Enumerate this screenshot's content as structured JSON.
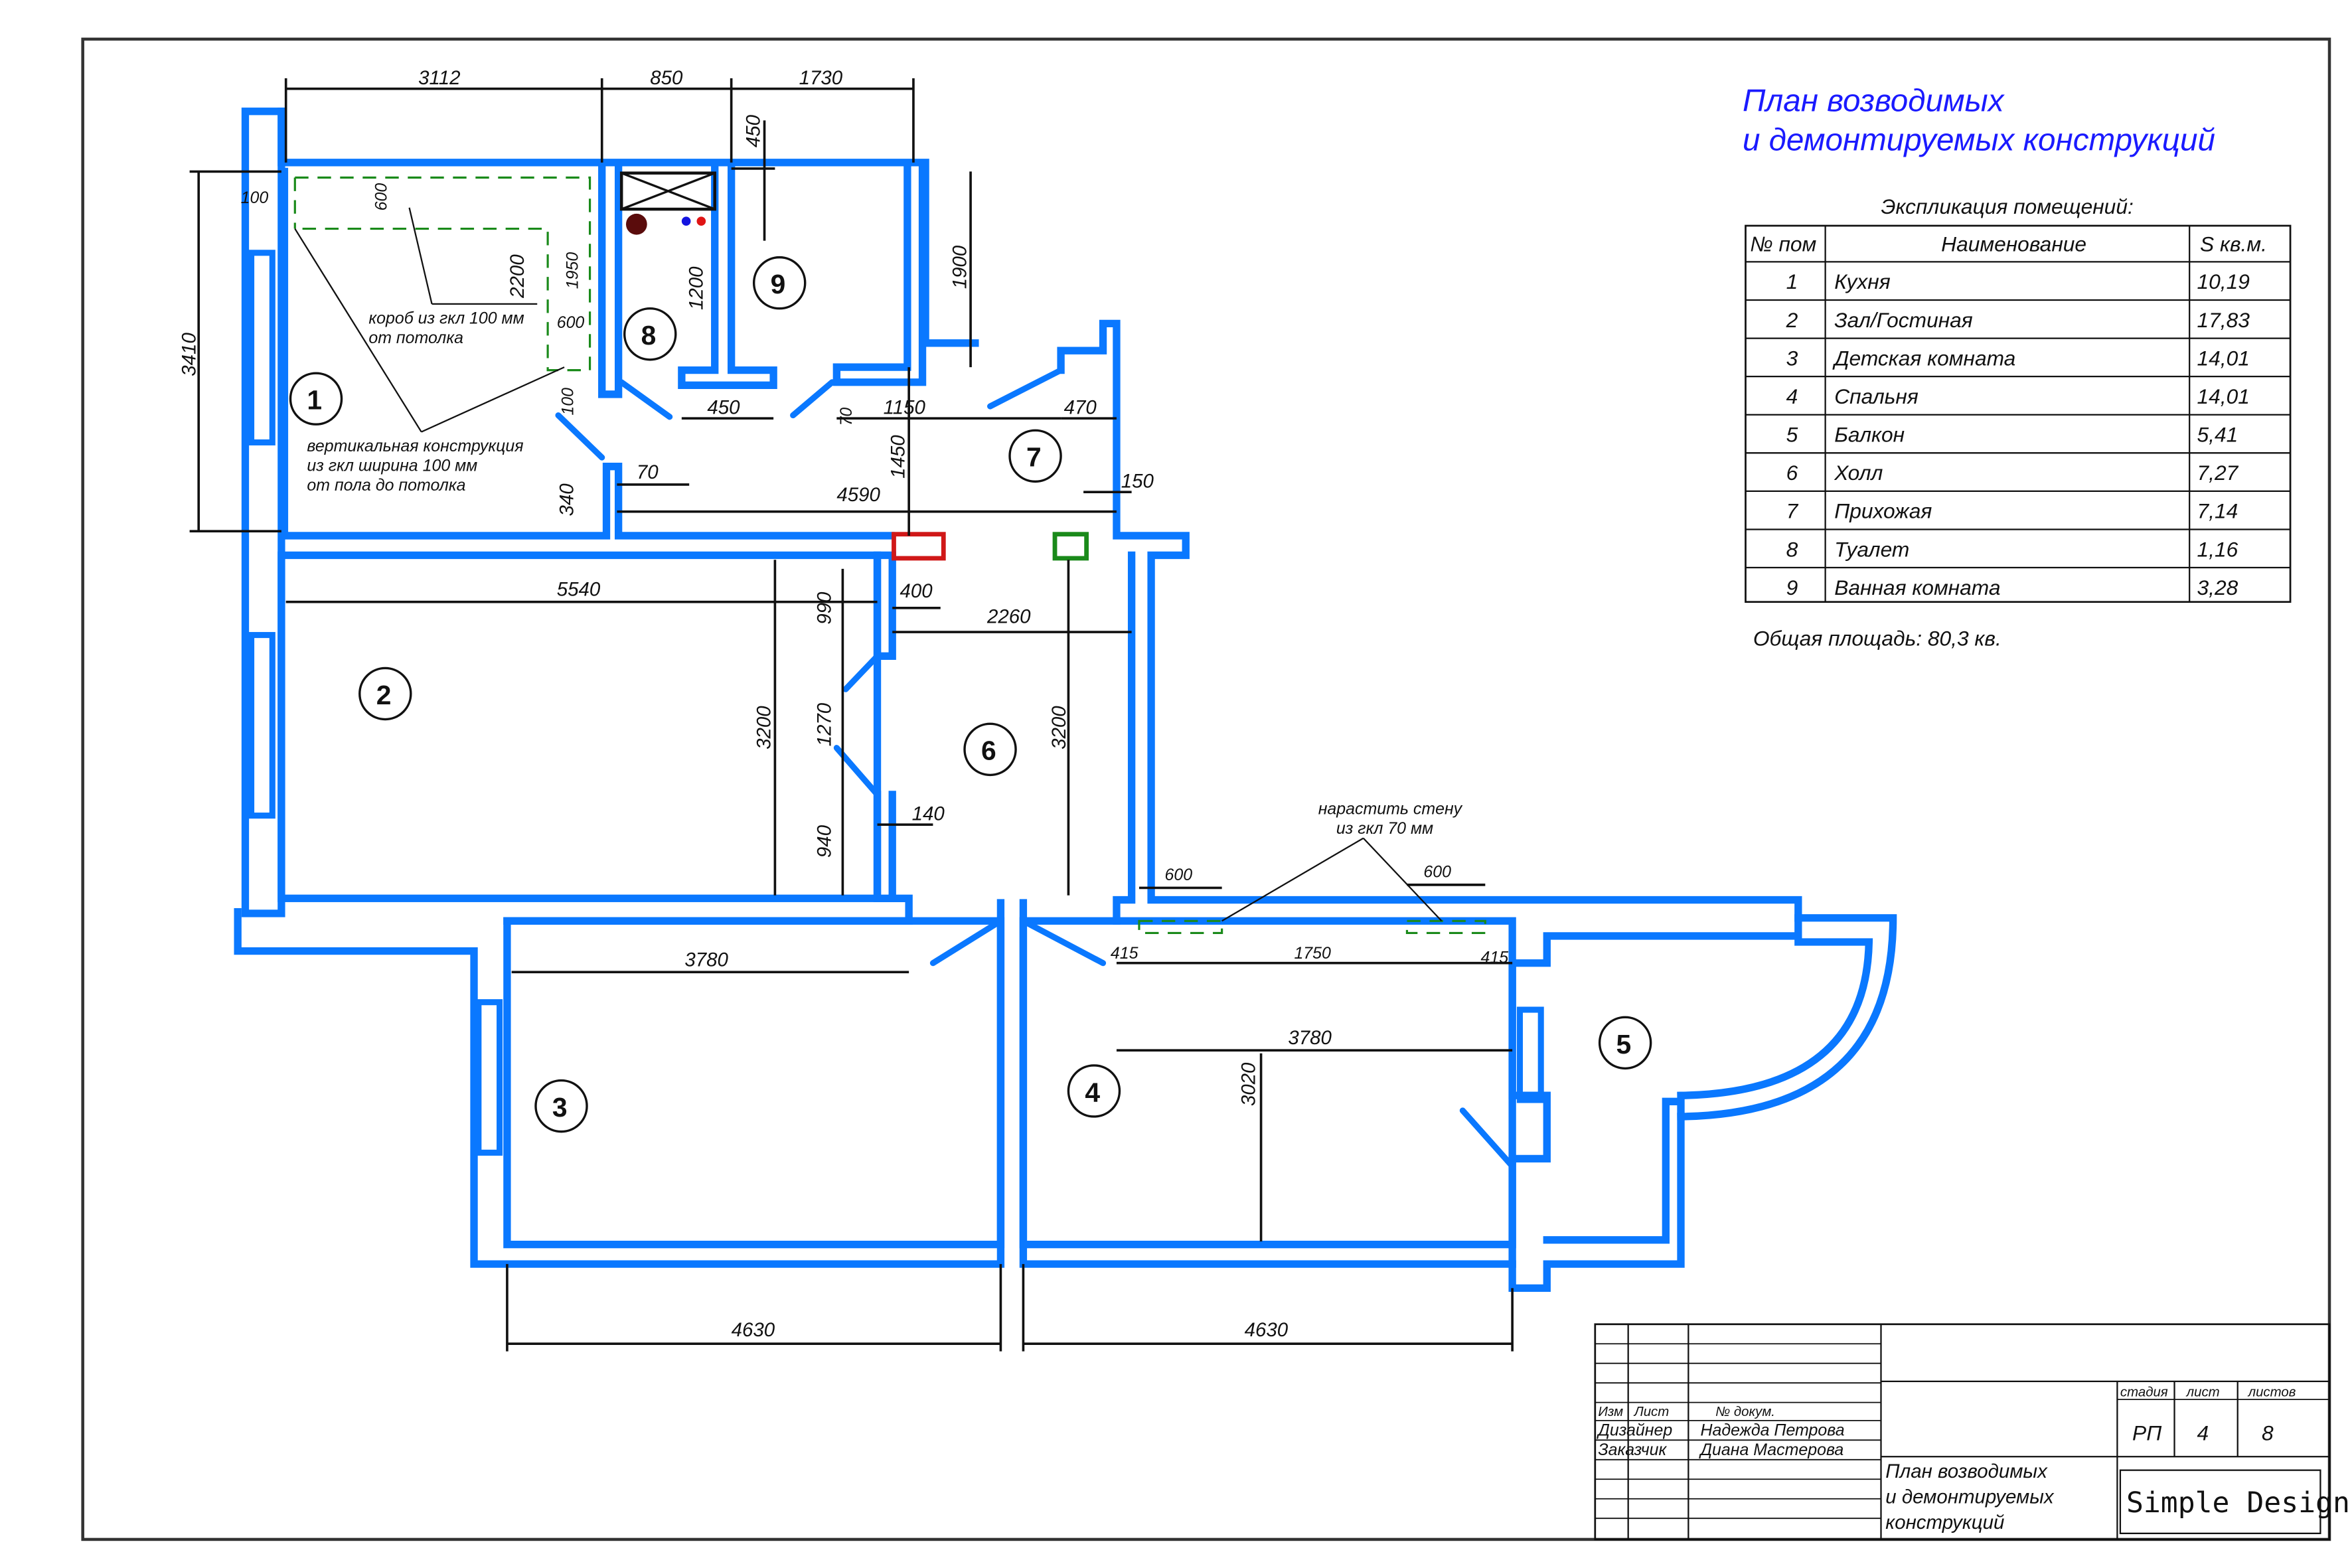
{
  "title": {
    "line1": "План возводимых",
    "line2": "и демонтируемых  конструкций"
  },
  "explication": {
    "caption": "Экспликация помещений:",
    "headers": [
      "№ пом",
      "Наименование",
      "S кв.м."
    ],
    "rows": [
      {
        "num": "1",
        "name": "Кухня",
        "area": "10,19"
      },
      {
        "num": "2",
        "name": "Зал/Гостиная",
        "area": "17,83"
      },
      {
        "num": "3",
        "name": "Детская комната",
        "area": "14,01"
      },
      {
        "num": "4",
        "name": "Спальня",
        "area": "14,01"
      },
      {
        "num": "5",
        "name": "Балкон",
        "area": "5,41"
      },
      {
        "num": "6",
        "name": "Холл",
        "area": "7,27"
      },
      {
        "num": "7",
        "name": "Прихожая",
        "area": "7,14"
      },
      {
        "num": "8",
        "name": "Туалет",
        "area": "1,16"
      },
      {
        "num": "9",
        "name": "Ванная комната",
        "area": "3,28"
      }
    ],
    "total": "Общая площадь:  80,3 кв."
  },
  "rooms": [
    "1",
    "2",
    "3",
    "4",
    "5",
    "6",
    "7",
    "8",
    "9"
  ],
  "dimensions": {
    "top_3112": "3112",
    "top_850": "850",
    "top_1730": "1730",
    "left_3410": "3410",
    "d_450_top": "450",
    "d_1900": "1900",
    "d_100": "100",
    "d_600_v": "600",
    "d_2200": "2200",
    "d_1950": "1950",
    "d_600_h": "600",
    "d_100_v": "100",
    "d_1200": "1200",
    "d_450": "450",
    "d_70_v": "70",
    "d_1150": "1150",
    "d_470": "470",
    "d_1450": "1450",
    "d_70": "70",
    "d_340": "340",
    "d_4590": "4590",
    "d_150": "150",
    "d_5540": "5540",
    "d_400": "400",
    "d_990": "990",
    "d_2260": "2260",
    "d_3200_a": "3200",
    "d_1270": "1270",
    "d_3200_b": "3200",
    "d_940": "940",
    "d_140": "140",
    "d_3780_a": "3780",
    "d_600_a": "600",
    "d_600_b": "600",
    "d_415_a": "415",
    "d_1750": "1750",
    "d_415_b": "415",
    "d_3780_b": "3780",
    "d_3020": "3020",
    "d_4630_a": "4630",
    "d_4630_b": "4630"
  },
  "notes": {
    "korob_1": "короб из гкл 100 мм",
    "korob_2": "от потолка",
    "vert_1": "вертикальная конструкция",
    "vert_2": "из гкл ширина 100 мм",
    "vert_3": "от пола до потолка",
    "wall_1": "нарастить стену",
    "wall_2": "из гкл 70 мм"
  },
  "stamp": {
    "izm": "Изм",
    "list": "Лист",
    "doc": "№ докум.",
    "designer_role": "Дизайнер",
    "designer_name": "Надежда Петрова",
    "client_role": "Заказчик",
    "client_name": "Диана Мастерова",
    "stage_label": "стадия",
    "sheet_label": "лист",
    "sheets_label": "листов",
    "stage": "РП",
    "sheet": "4",
    "sheets": "8",
    "doc_title_1": "План возводимых",
    "doc_title_2": "и демонтируемых",
    "doc_title_3": "конструкций",
    "company": "Simple Design"
  },
  "colors": {
    "wall": "#0a78ff",
    "title": "#1a1aff",
    "new_partition": "#1a8a1a",
    "demolish_marker": "#d01818",
    "build_marker": "#1a8a1a"
  }
}
